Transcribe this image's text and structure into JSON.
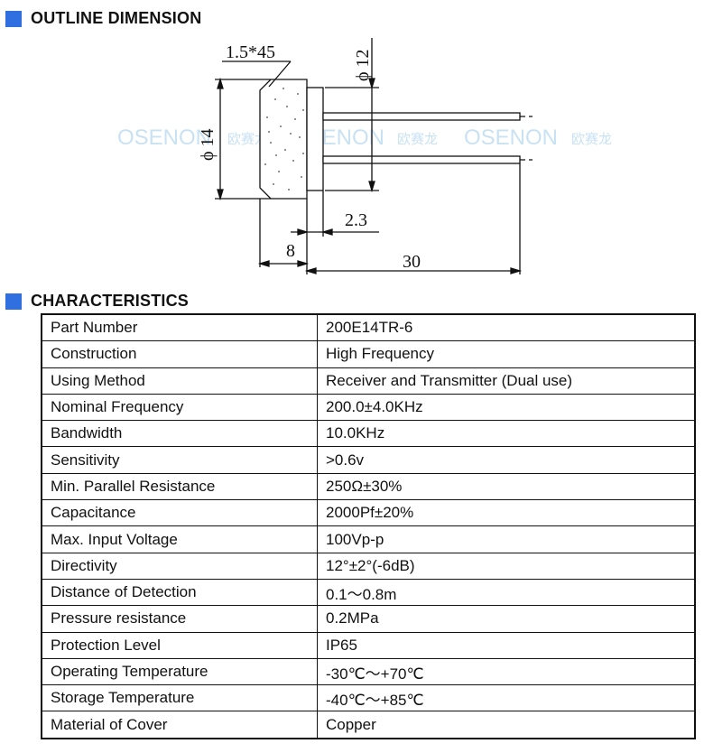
{
  "outline": {
    "heading": "OUTLINE DIMENSION",
    "dimensions": {
      "chamfer": "1.5*45",
      "pin_diameter": "ϕ 12",
      "body_diameter": "ϕ 14",
      "pin_offset": "2.3",
      "body_length": "8",
      "total_length": "30"
    },
    "watermark": {
      "brand": "OSENON",
      "cn": "欧赛龙"
    }
  },
  "characteristics": {
    "heading": "CHARACTERISTICS",
    "rows": [
      {
        "label": "Part Number",
        "value": "200E14TR-6"
      },
      {
        "label": "Construction",
        "value": "High Frequency"
      },
      {
        "label": "Using Method",
        "value": "Receiver and Transmitter (Dual use)"
      },
      {
        "label": "Nominal Frequency",
        "value": "200.0±4.0KHz"
      },
      {
        "label": "Bandwidth",
        "value": "10.0KHz"
      },
      {
        "label": "Sensitivity",
        "value": ">0.6v"
      },
      {
        "label": "Min. Parallel Resistance",
        "value": "250Ω±30%"
      },
      {
        "label": "Capacitance",
        "value": "2000Pf±20%"
      },
      {
        "label": "Max. Input Voltage",
        "value": "100Vp-p"
      },
      {
        "label": "Directivity",
        "value": "12°±2°(-6dB)"
      },
      {
        "label": "Distance of Detection",
        "value": "0.1～0.8m"
      },
      {
        "label": "Pressure resistance",
        "value": "0.2MPa"
      },
      {
        "label": "Protection Level",
        "value": "IP65"
      },
      {
        "label": "Operating Temperature",
        "value": "-30℃～+70℃"
      },
      {
        "label": "Storage Temperature",
        "value": "-40℃～+85℃"
      },
      {
        "label": "Material of Cover",
        "value": "Copper"
      }
    ]
  },
  "colors": {
    "accent": "#2f6fe0",
    "watermark": "#c9e2f3",
    "ink": "#111111"
  }
}
